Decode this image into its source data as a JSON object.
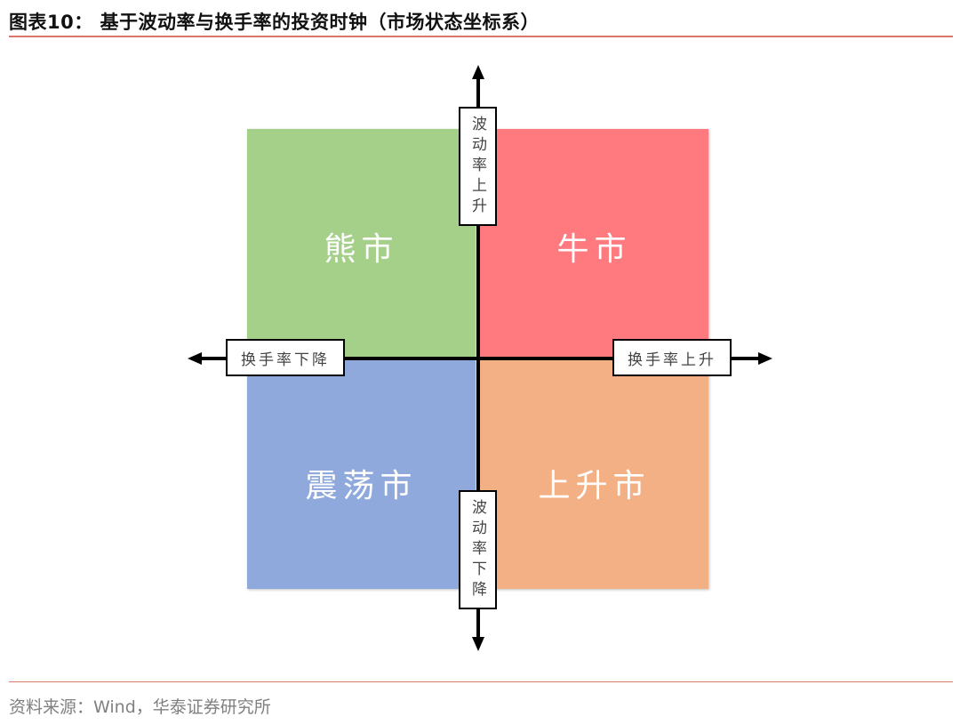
{
  "header": {
    "title": "图表10： 基于波动率与换手率的投资时钟（市场状态坐标系）"
  },
  "diagram": {
    "type": "quadrant",
    "axes": {
      "y_positive_label": "波动率上升",
      "y_negative_label": "波动率下降",
      "x_positive_label": "换手率上升",
      "x_negative_label": "换手率下降"
    },
    "quadrants": [
      {
        "position": "top-left",
        "label": "熊市",
        "color": "#a5d08a"
      },
      {
        "position": "top-right",
        "label": "牛市",
        "color": "#fe7a7f"
      },
      {
        "position": "bottom-left",
        "label": "震荡市",
        "color": "#8fa9dc"
      },
      {
        "position": "bottom-right",
        "label": "上升市",
        "color": "#f4b085"
      }
    ],
    "colors": {
      "axis": "#000000",
      "rule": "#d9786a",
      "label_text": "#444444"
    }
  },
  "footer": {
    "source": "资料来源：Wind，华泰证券研究所"
  }
}
